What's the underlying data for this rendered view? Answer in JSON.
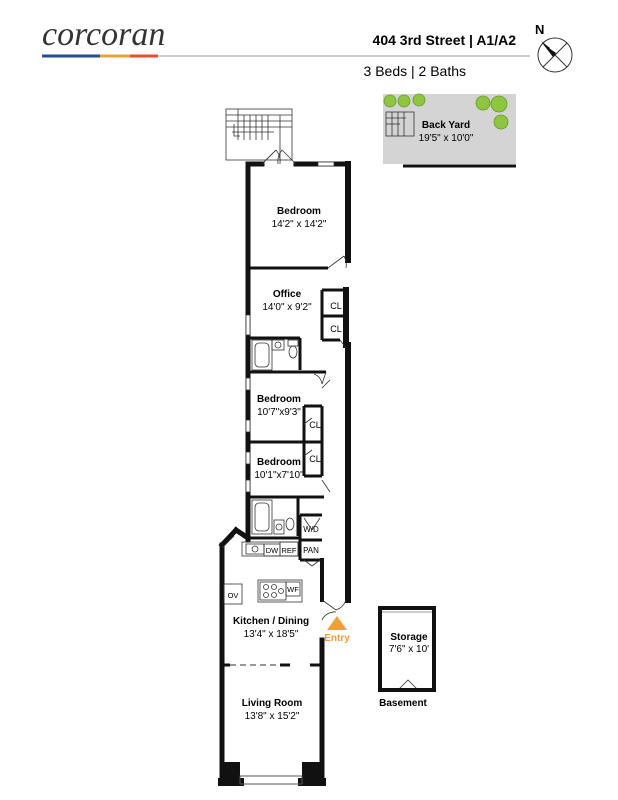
{
  "header": {
    "brand": "corcoran",
    "address": "404 3rd Street | A1/A2",
    "beds_baths": "3 Beds | 2 Baths",
    "rule_colors": [
      "#1d4f91",
      "#e8a13b",
      "#e94e2d"
    ],
    "rule_color": "#9a9a9a"
  },
  "compass": {
    "letter": "N"
  },
  "rooms": {
    "bedroom_1": {
      "name": "Bedroom",
      "dims": "14'2\" x 14'2\""
    },
    "office": {
      "name": "Office",
      "dims": "14'0\" x 9'2\""
    },
    "bedroom_2": {
      "name": "Bedroom",
      "dims": "10'7\"x9'3\""
    },
    "bedroom_3": {
      "name": "Bedroom",
      "dims": "10'1\"x7'10\""
    },
    "kitchen": {
      "name": "Kitchen / Dining",
      "dims": "13'4\" x 18'5\""
    },
    "living": {
      "name": "Living Room",
      "dims": "13'8\" x 15'2\""
    }
  },
  "fixtures": {
    "closet": "CL",
    "washer_dryer": "W/D",
    "dishwasher": "DW",
    "refrigerator": "REF",
    "pantry": "PAN",
    "wine_fridge": "WF",
    "oven": "OV"
  },
  "entry": {
    "label": "Entry",
    "color": "#f0a030"
  },
  "backyard": {
    "name": "Back Yard",
    "dims": "19'5\" x 10'0\"",
    "color": "#d4d4d4",
    "tree_color": "#8dc63f"
  },
  "storage": {
    "name": "Storage",
    "dims": "7'6\" x 10'",
    "caption": "Basement"
  }
}
